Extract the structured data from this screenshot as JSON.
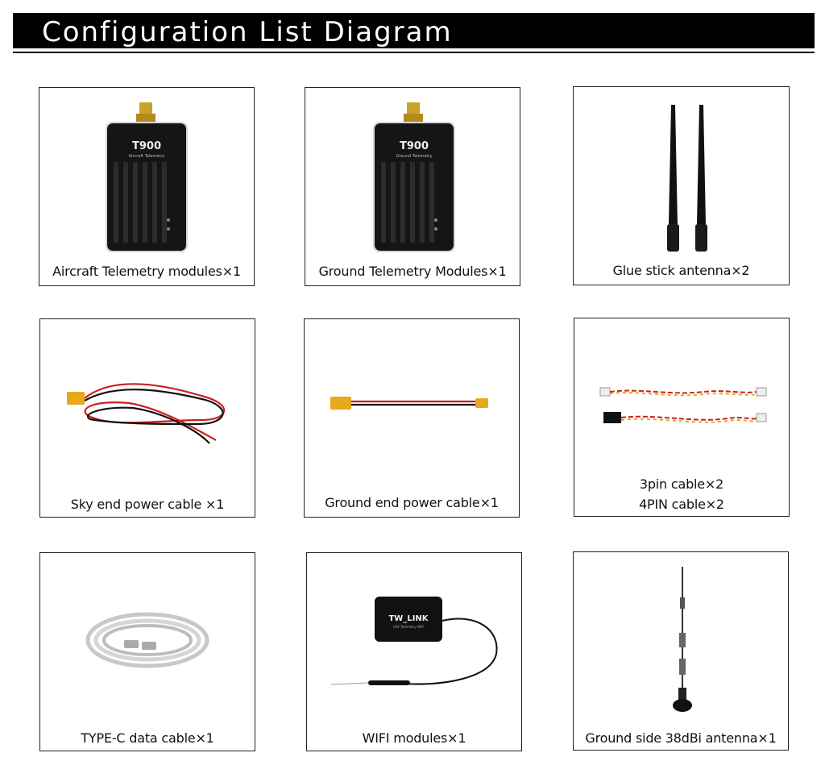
{
  "header": {
    "title": "Configuration List Diagram"
  },
  "items": [
    {
      "caption": "Aircraft Telemetry modules×1",
      "device_label": "T900",
      "device_sublabel": "Aircraft Telemetry"
    },
    {
      "caption": "Ground Telemetry Modules×1",
      "device_label": "T900",
      "device_sublabel": "Ground Telemetry"
    },
    {
      "caption": "Glue stick antenna×2"
    },
    {
      "caption": "Sky end power cable ×1"
    },
    {
      "caption": "Ground end power cable×1"
    },
    {
      "caption_lines": [
        "3pin cable×2",
        "4PIN cable×2"
      ]
    },
    {
      "caption": "TYPE-C data cable×1"
    },
    {
      "caption": "WIFI modules×1",
      "device_label": "TW_LINK",
      "device_sublabel": "UAV Telemetry WiFi"
    },
    {
      "caption": "Ground side 38dBi antenna×1"
    }
  ]
}
